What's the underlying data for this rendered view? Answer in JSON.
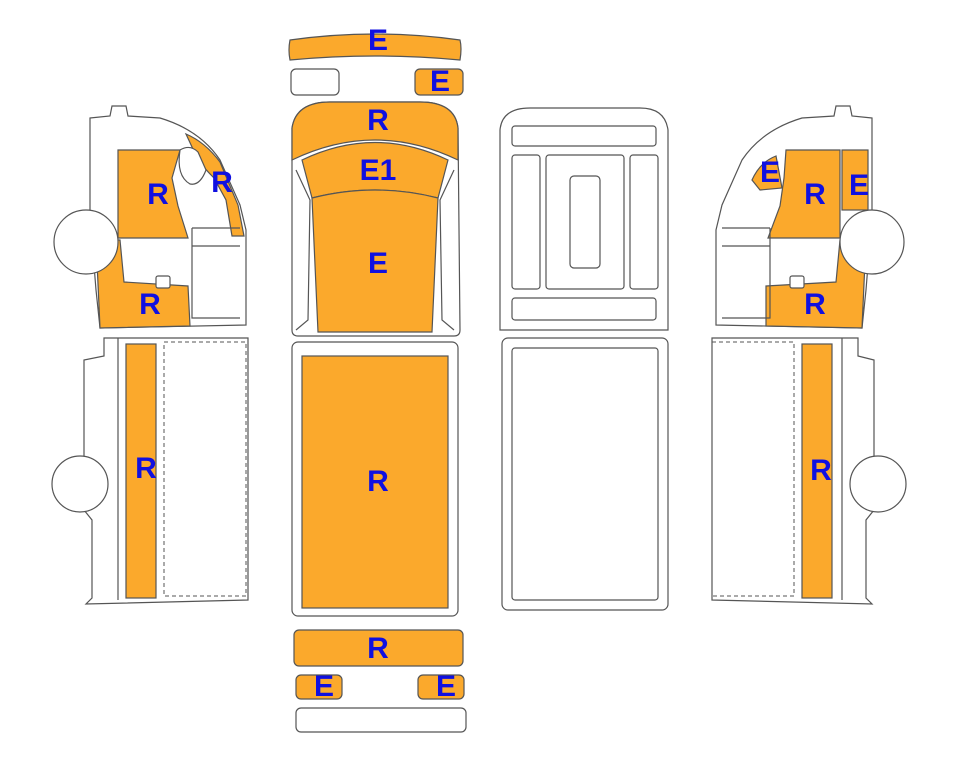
{
  "colors": {
    "fill": "#FBA92C",
    "label": "#1010E0",
    "outline": "#555555",
    "background": "#FFFFFF"
  },
  "labels": {
    "front_roof": "E",
    "front_left_light": "",
    "front_right_light": "E",
    "cab_roof": "R",
    "cab_visor": "E1",
    "cab_top": "E",
    "cargo_roof": "R",
    "rear_top": "R",
    "rear_left_light": "E",
    "rear_right_light": "E",
    "left_door_upper": "R",
    "left_quarter_window": "R",
    "left_door_lower": "R",
    "left_body_side": "R",
    "right_small_window": "E",
    "right_door_upper": "R",
    "right_pillar": "E",
    "right_door_lower": "R",
    "right_body_side": "R"
  }
}
